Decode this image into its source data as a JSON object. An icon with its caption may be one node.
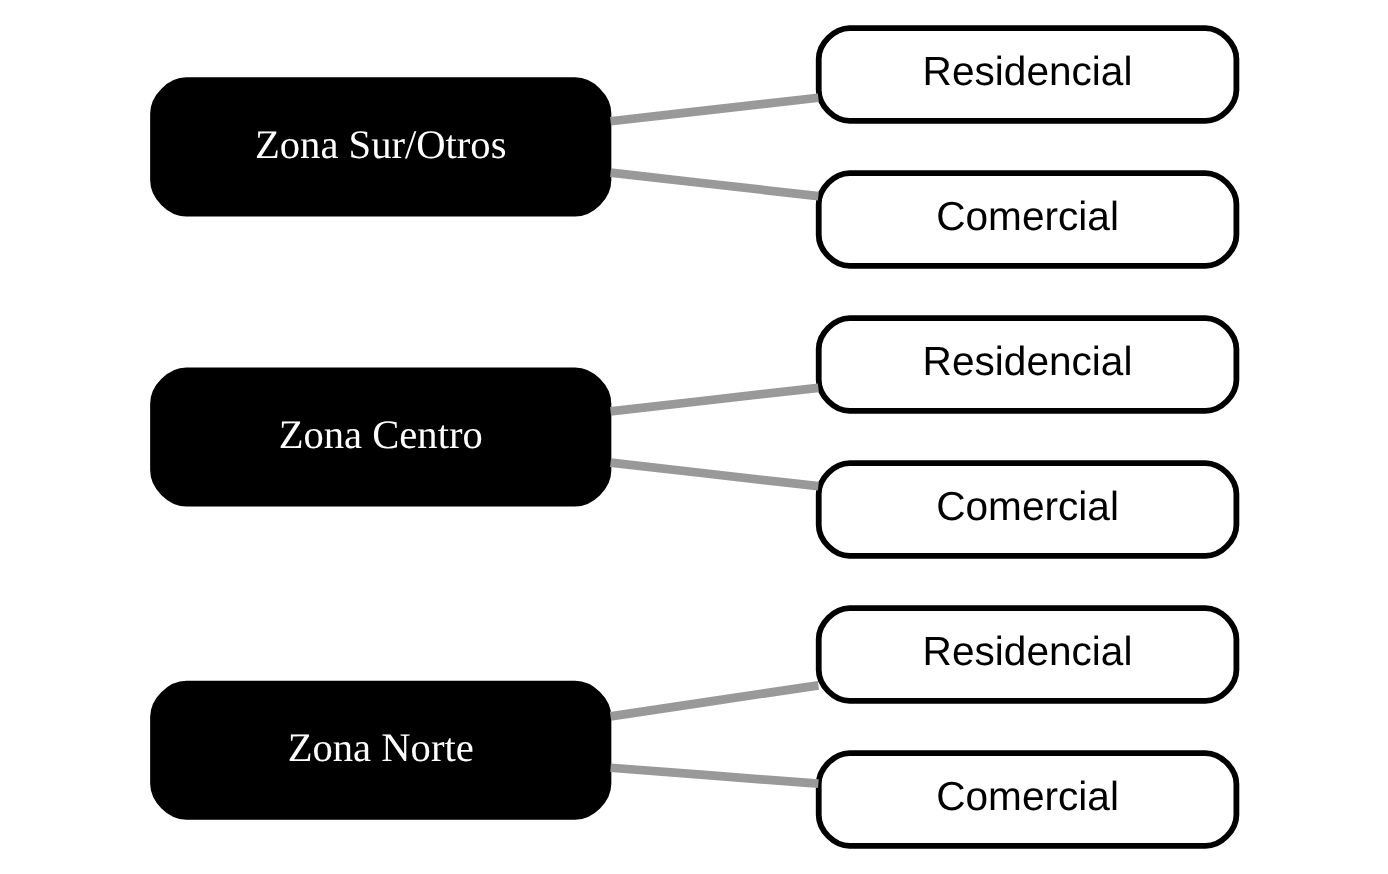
{
  "diagram": {
    "nodes": [
      {
        "text": [
          "Zona Norte"
        ]
      },
      {
        "text": [
          "Residencial"
        ]
      },
      {
        "text": [
          "Comercial"
        ]
      },
      {
        "text": [
          "Zona Centro"
        ]
      },
      {
        "text": [
          "Residencial"
        ]
      },
      {
        "text": [
          "Comercial"
        ]
      },
      {
        "text": [
          "Zona Sur/Otros"
        ]
      },
      {
        "text": [
          "Residencial"
        ]
      },
      {
        "text": [
          "Comercial"
        ]
      }
    ],
    "edges": [
      {
        "from": 0,
        "to": 1,
        "arrow": "none"
      },
      {
        "from": 0,
        "to": 2,
        "arrow": "none"
      },
      {
        "from": 3,
        "to": 4,
        "arrow": "none"
      },
      {
        "from": 3,
        "to": 5,
        "arrow": "none"
      },
      {
        "from": 6,
        "to": 7,
        "arrow": "none"
      },
      {
        "from": 6,
        "to": 8,
        "arrow": "none"
      }
    ]
  }
}
